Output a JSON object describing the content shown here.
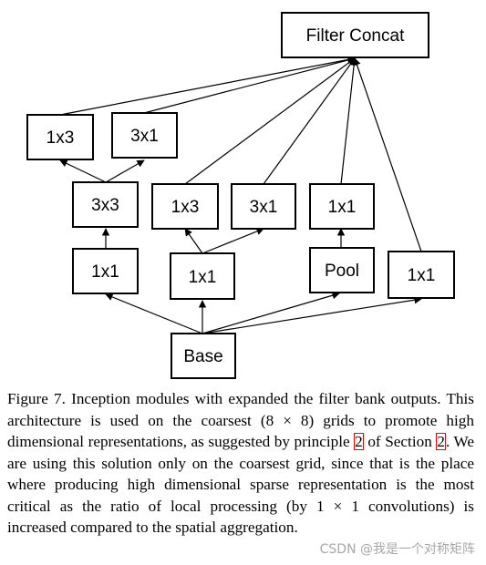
{
  "diagram": {
    "nodes": {
      "filter_concat": "Filter Concat",
      "conv1x3_top": "1x3",
      "conv3x1_top": "3x1",
      "conv3x3": "3x3",
      "conv1x3_mid": "1x3",
      "conv3x1_mid": "3x1",
      "conv1x1_pool": "1x1",
      "conv1x1_a": "1x1",
      "conv1x1_b": "1x1",
      "pool": "Pool",
      "conv1x1_c": "1x1",
      "base": "Base"
    }
  },
  "caption": {
    "part1": "Figure 7. Inception modules with expanded the filter bank outputs. This architecture is used on the coarsest (8 × 8) grids to promote high dimensional representations, as suggested by principle ",
    "ref1": "2",
    "part2": " of Section ",
    "ref2": "2",
    "part3": ". We are using this solution only on the coarsest grid, since that is the place where producing high dimensional sparse representation is the most critical as the ratio of local processing (by 1 × 1 convolutions) is increased compared to the spatial aggregation."
  },
  "watermark": "CSDN @我是一个对称矩阵",
  "colors": {
    "ink": "#000000",
    "reference_box": "#ff0000",
    "watermark": "#9e9e9e"
  }
}
